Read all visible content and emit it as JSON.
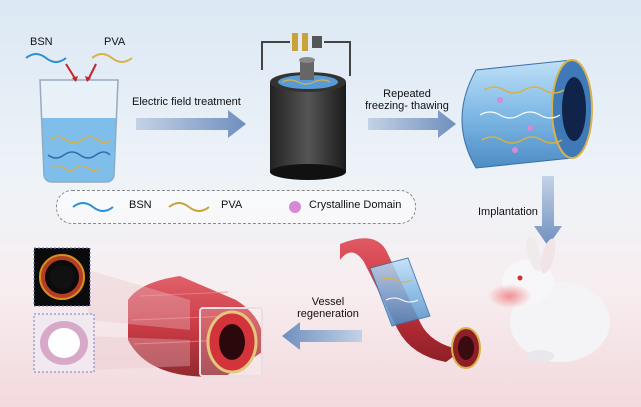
{
  "labels": {
    "bsn": "BSN",
    "pva": "PVA",
    "electric_field": "Electric field treatment",
    "repeated_freezing": "Repeated\nfreezing- thawing",
    "implantation": "Implantation",
    "vessel_regeneration": "Vessel\nregeneration"
  },
  "legend": {
    "bsn": "BSN",
    "pva": "PVA",
    "crystalline": "Crystalline Domain"
  },
  "colors": {
    "bsn_fiber": "#2b8fd6",
    "pva_fiber": "#c9a23a",
    "crystalline": "#d58ad8",
    "vessel": "#c8323c",
    "arrow": "#8aa3c8"
  }
}
